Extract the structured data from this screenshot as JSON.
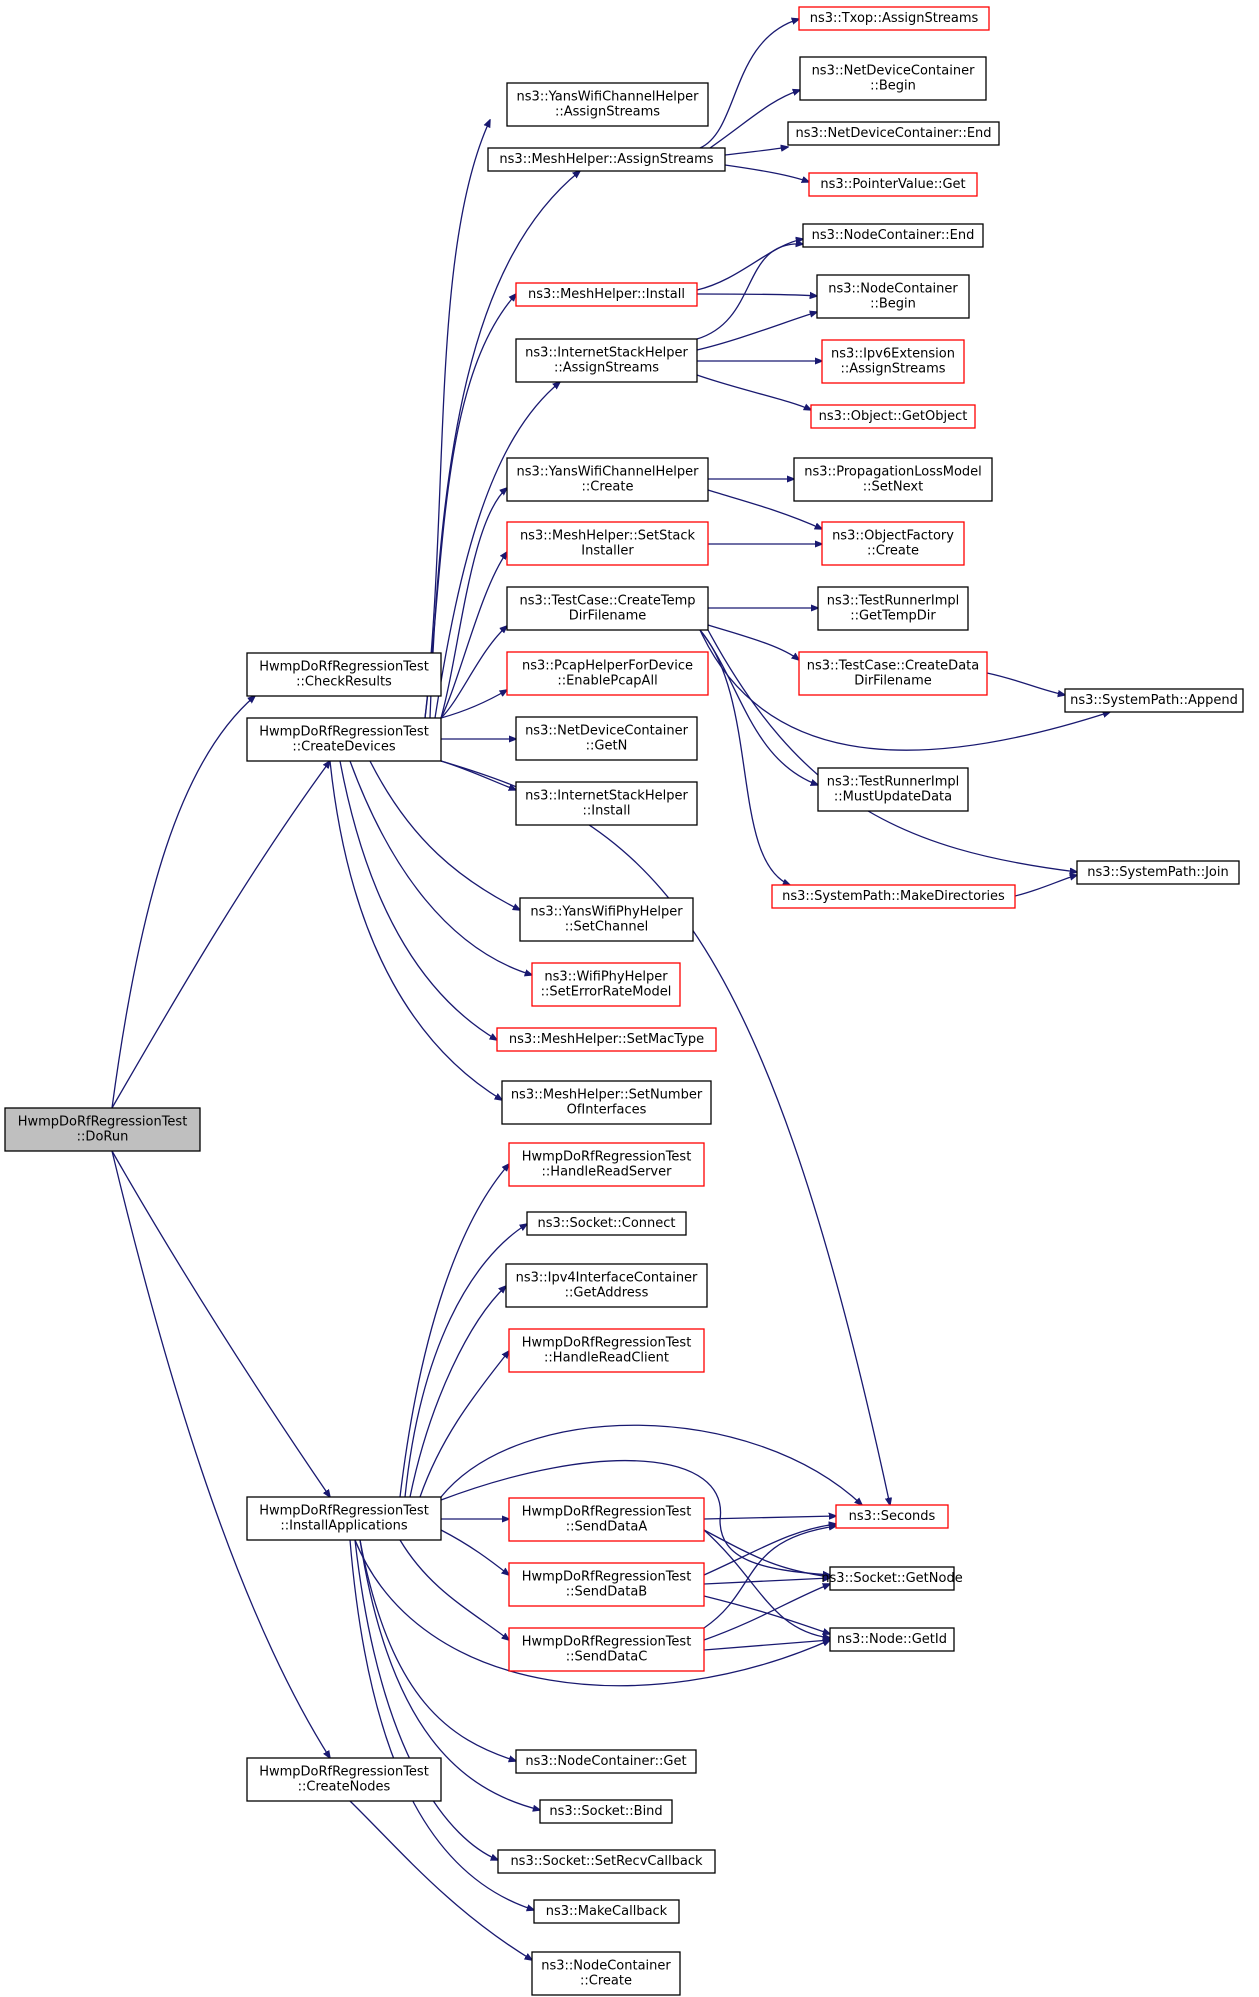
{
  "colors": {
    "edge": "#191970",
    "node_border": "#000000",
    "node_border_incomplete": "#ff0000",
    "node_fill": "#ffffff",
    "root_fill": "#bfbfbf"
  },
  "nodes": [
    {
      "id": "dorun",
      "lines": [
        "HwmpDoRfRegressionTest",
        "::DoRun"
      ],
      "style": "root"
    },
    {
      "id": "checkresults",
      "lines": [
        "HwmpDoRfRegressionTest",
        "::CheckResults"
      ],
      "style": "normal"
    },
    {
      "id": "createdevices",
      "lines": [
        "HwmpDoRfRegressionTest",
        "::CreateDevices"
      ],
      "style": "normal"
    },
    {
      "id": "installapps",
      "lines": [
        "HwmpDoRfRegressionTest",
        "::InstallApplications"
      ],
      "style": "normal"
    },
    {
      "id": "createnodes",
      "lines": [
        "HwmpDoRfRegressionTest",
        "::CreateNodes"
      ],
      "style": "normal"
    },
    {
      "id": "yanschan_assign",
      "lines": [
        "ns3::YansWifiChannelHelper",
        "::AssignStreams"
      ],
      "style": "normal"
    },
    {
      "id": "mesh_assign",
      "lines": [
        "ns3::MeshHelper::AssignStreams"
      ],
      "style": "normal"
    },
    {
      "id": "mesh_install",
      "lines": [
        "ns3::MeshHelper::Install"
      ],
      "style": "incomplete"
    },
    {
      "id": "inet_assign",
      "lines": [
        "ns3::InternetStackHelper",
        "::AssignStreams"
      ],
      "style": "normal"
    },
    {
      "id": "yanschan_create",
      "lines": [
        "ns3::YansWifiChannelHelper",
        "::Create"
      ],
      "style": "normal"
    },
    {
      "id": "mesh_setstack",
      "lines": [
        "ns3::MeshHelper::SetStack",
        "Installer"
      ],
      "style": "incomplete"
    },
    {
      "id": "tc_createtemp",
      "lines": [
        "ns3::TestCase::CreateTemp",
        "DirFilename"
      ],
      "style": "normal"
    },
    {
      "id": "pcap_enable",
      "lines": [
        "ns3::PcapHelperForDevice",
        "::EnablePcapAll"
      ],
      "style": "incomplete"
    },
    {
      "id": "ndc_getn",
      "lines": [
        "ns3::NetDeviceContainer",
        "::GetN"
      ],
      "style": "normal"
    },
    {
      "id": "inet_install",
      "lines": [
        "ns3::InternetStackHelper",
        "::Install"
      ],
      "style": "normal"
    },
    {
      "id": "yansphy_setchan",
      "lines": [
        "ns3::YansWifiPhyHelper",
        "::SetChannel"
      ],
      "style": "normal"
    },
    {
      "id": "wifiphy_seterr",
      "lines": [
        "ns3::WifiPhyHelper",
        "::SetErrorRateModel"
      ],
      "style": "incomplete"
    },
    {
      "id": "mesh_setmac",
      "lines": [
        "ns3::MeshHelper::SetMacType"
      ],
      "style": "incomplete"
    },
    {
      "id": "mesh_setnum",
      "lines": [
        "ns3::MeshHelper::SetNumber",
        "OfInterfaces"
      ],
      "style": "normal"
    },
    {
      "id": "txop_assign",
      "lines": [
        "ns3::Txop::AssignStreams"
      ],
      "style": "incomplete"
    },
    {
      "id": "ndc_begin",
      "lines": [
        "ns3::NetDeviceContainer",
        "::Begin"
      ],
      "style": "normal"
    },
    {
      "id": "ndc_end",
      "lines": [
        "ns3::NetDeviceContainer::End"
      ],
      "style": "normal"
    },
    {
      "id": "pv_get",
      "lines": [
        "ns3::PointerValue::Get"
      ],
      "style": "incomplete"
    },
    {
      "id": "nc_end",
      "lines": [
        "ns3::NodeContainer::End"
      ],
      "style": "normal"
    },
    {
      "id": "nc_begin",
      "lines": [
        "ns3::NodeContainer",
        "::Begin"
      ],
      "style": "normal"
    },
    {
      "id": "ipv6ext_assign",
      "lines": [
        "ns3::Ipv6Extension",
        "::AssignStreams"
      ],
      "style": "incomplete"
    },
    {
      "id": "obj_getobject",
      "lines": [
        "ns3::Object::GetObject"
      ],
      "style": "incomplete"
    },
    {
      "id": "plm_setnext",
      "lines": [
        "ns3::PropagationLossModel",
        "::SetNext"
      ],
      "style": "normal"
    },
    {
      "id": "objfactory_create",
      "lines": [
        "ns3::ObjectFactory",
        "::Create"
      ],
      "style": "incomplete"
    },
    {
      "id": "tri_gettemp",
      "lines": [
        "ns3::TestRunnerImpl",
        "::GetTempDir"
      ],
      "style": "normal"
    },
    {
      "id": "tc_createdata",
      "lines": [
        "ns3::TestCase::CreateData",
        "DirFilename"
      ],
      "style": "incomplete"
    },
    {
      "id": "sp_append",
      "lines": [
        "ns3::SystemPath::Append"
      ],
      "style": "normal"
    },
    {
      "id": "tri_mustupdate",
      "lines": [
        "ns3::TestRunnerImpl",
        "::MustUpdateData"
      ],
      "style": "normal"
    },
    {
      "id": "sp_join",
      "lines": [
        "ns3::SystemPath::Join"
      ],
      "style": "normal"
    },
    {
      "id": "sp_makedirs",
      "lines": [
        "ns3::SystemPath::MakeDirectories"
      ],
      "style": "incomplete"
    },
    {
      "id": "hrs",
      "lines": [
        "HwmpDoRfRegressionTest",
        "::HandleReadServer"
      ],
      "style": "incomplete"
    },
    {
      "id": "sock_connect",
      "lines": [
        "ns3::Socket::Connect"
      ],
      "style": "normal"
    },
    {
      "id": "ipv4ic_getaddr",
      "lines": [
        "ns3::Ipv4InterfaceContainer",
        "::GetAddress"
      ],
      "style": "normal"
    },
    {
      "id": "hrc",
      "lines": [
        "HwmpDoRfRegressionTest",
        "::HandleReadClient"
      ],
      "style": "incomplete"
    },
    {
      "id": "sendA",
      "lines": [
        "HwmpDoRfRegressionTest",
        "::SendDataA"
      ],
      "style": "incomplete"
    },
    {
      "id": "sendB",
      "lines": [
        "HwmpDoRfRegressionTest",
        "::SendDataB"
      ],
      "style": "incomplete"
    },
    {
      "id": "sendC",
      "lines": [
        "HwmpDoRfRegressionTest",
        "::SendDataC"
      ],
      "style": "incomplete"
    },
    {
      "id": "seconds",
      "lines": [
        "ns3::Seconds"
      ],
      "style": "incomplete"
    },
    {
      "id": "sock_getnode",
      "lines": [
        "ns3::Socket::GetNode"
      ],
      "style": "normal"
    },
    {
      "id": "node_getid",
      "lines": [
        "ns3::Node::GetId"
      ],
      "style": "normal"
    },
    {
      "id": "nc_get",
      "lines": [
        "ns3::NodeContainer::Get"
      ],
      "style": "normal"
    },
    {
      "id": "sock_bind",
      "lines": [
        "ns3::Socket::Bind"
      ],
      "style": "normal"
    },
    {
      "id": "sock_setrecv",
      "lines": [
        "ns3::Socket::SetRecvCallback"
      ],
      "style": "normal"
    },
    {
      "id": "makecallback",
      "lines": [
        "ns3::MakeCallback"
      ],
      "style": "normal"
    },
    {
      "id": "nc_create",
      "lines": [
        "ns3::NodeContainer",
        "::Create"
      ],
      "style": "normal"
    }
  ],
  "edges": [
    [
      "dorun",
      "checkresults"
    ],
    [
      "dorun",
      "createdevices"
    ],
    [
      "dorun",
      "installapps"
    ],
    [
      "dorun",
      "createnodes"
    ],
    [
      "createdevices",
      "yanschan_assign"
    ],
    [
      "createdevices",
      "mesh_assign"
    ],
    [
      "createdevices",
      "mesh_install"
    ],
    [
      "createdevices",
      "inet_assign"
    ],
    [
      "createdevices",
      "yanschan_create"
    ],
    [
      "createdevices",
      "mesh_setstack"
    ],
    [
      "createdevices",
      "tc_createtemp"
    ],
    [
      "createdevices",
      "pcap_enable"
    ],
    [
      "createdevices",
      "ndc_getn"
    ],
    [
      "createdevices",
      "inet_install"
    ],
    [
      "createdevices",
      "yansphy_setchan"
    ],
    [
      "createdevices",
      "wifiphy_seterr"
    ],
    [
      "createdevices",
      "mesh_setmac"
    ],
    [
      "createdevices",
      "mesh_setnum"
    ],
    [
      "createdevices",
      "seconds"
    ],
    [
      "mesh_assign",
      "txop_assign"
    ],
    [
      "mesh_assign",
      "ndc_begin"
    ],
    [
      "mesh_assign",
      "ndc_end"
    ],
    [
      "mesh_assign",
      "pv_get"
    ],
    [
      "mesh_install",
      "nc_end"
    ],
    [
      "mesh_install",
      "nc_begin"
    ],
    [
      "inet_assign",
      "nc_end"
    ],
    [
      "inet_assign",
      "nc_begin"
    ],
    [
      "inet_assign",
      "ipv6ext_assign"
    ],
    [
      "inet_assign",
      "obj_getobject"
    ],
    [
      "yanschan_create",
      "plm_setnext"
    ],
    [
      "yanschan_create",
      "objfactory_create"
    ],
    [
      "mesh_setstack",
      "objfactory_create"
    ],
    [
      "tc_createtemp",
      "tri_gettemp"
    ],
    [
      "tc_createtemp",
      "tc_createdata"
    ],
    [
      "tc_createtemp",
      "sp_append"
    ],
    [
      "tc_createtemp",
      "tri_mustupdate"
    ],
    [
      "tc_createtemp",
      "sp_join"
    ],
    [
      "tc_createtemp",
      "sp_makedirs"
    ],
    [
      "tc_createdata",
      "sp_append"
    ],
    [
      "sp_makedirs",
      "sp_join"
    ],
    [
      "installapps",
      "hrs"
    ],
    [
      "installapps",
      "sock_connect"
    ],
    [
      "installapps",
      "ipv4ic_getaddr"
    ],
    [
      "installapps",
      "hrc"
    ],
    [
      "installapps",
      "seconds"
    ],
    [
      "installapps",
      "sock_getnode"
    ],
    [
      "installapps",
      "sendA"
    ],
    [
      "installapps",
      "sendB"
    ],
    [
      "installapps",
      "sendC"
    ],
    [
      "installapps",
      "node_getid"
    ],
    [
      "installapps",
      "nc_get"
    ],
    [
      "installapps",
      "sock_bind"
    ],
    [
      "installapps",
      "sock_setrecv"
    ],
    [
      "installapps",
      "makecallback"
    ],
    [
      "sendA",
      "seconds"
    ],
    [
      "sendA",
      "sock_getnode"
    ],
    [
      "sendA",
      "node_getid"
    ],
    [
      "sendB",
      "seconds"
    ],
    [
      "sendB",
      "sock_getnode"
    ],
    [
      "sendB",
      "node_getid"
    ],
    [
      "sendC",
      "seconds"
    ],
    [
      "sendC",
      "sock_getnode"
    ],
    [
      "sendC",
      "node_getid"
    ],
    [
      "createnodes",
      "nc_create"
    ]
  ]
}
